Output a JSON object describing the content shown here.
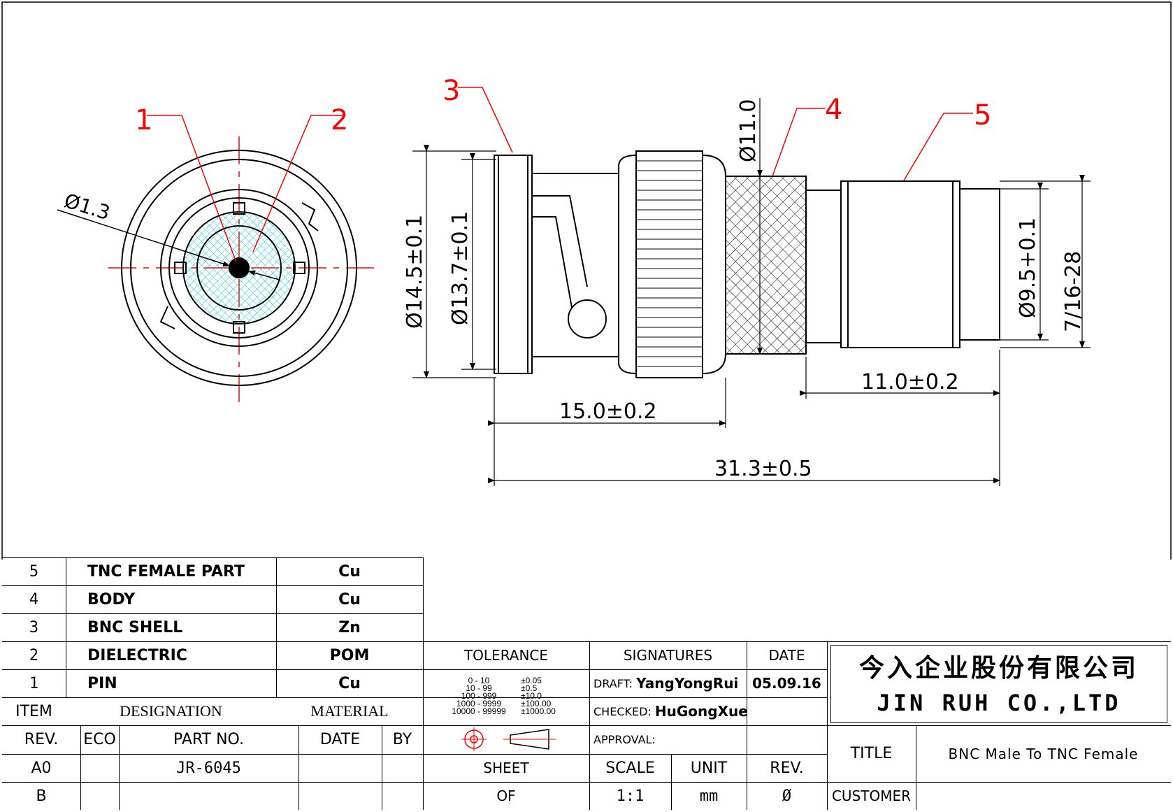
{
  "callouts": [
    "1",
    "2",
    "3",
    "4",
    "5"
  ],
  "dimensions": {
    "pin_diameter": "Ø1.3",
    "d1": "Ø14.5±0.1",
    "d2": "Ø13.7±0.1",
    "d3": "Ø11.0",
    "d4": "Ø9.5+0.1",
    "thread": "7/16-28",
    "len1": "15.0±0.2",
    "len2": "11.0±0.2",
    "len_total": "31.3±0.5"
  },
  "bom": {
    "rows": [
      {
        "item": "5",
        "designation": "TNC FEMALE PART",
        "material": "Cu"
      },
      {
        "item": "4",
        "designation": "BODY",
        "material": "Cu"
      },
      {
        "item": "3",
        "designation": "BNC SHELL",
        "material": "Zn"
      },
      {
        "item": "2",
        "designation": "DIELECTRIC",
        "material": "POM"
      },
      {
        "item": "1",
        "designation": "PIN",
        "material": "Cu"
      }
    ],
    "header": {
      "item": "ITEM",
      "designation": "DESIGNATION",
      "material": "MATERIAL"
    }
  },
  "revision": {
    "headers": {
      "rev": "REV.",
      "eco": "ECO",
      "part_no": "PART NO.",
      "date": "DATE",
      "by": "BY"
    },
    "rows": [
      {
        "rev": "A0",
        "part_no": "JR-6045"
      },
      {
        "rev": "B",
        "part_no": ""
      }
    ]
  },
  "tolerance": {
    "title": "TOLERANCE",
    "ranges": [
      "0  -  10",
      "10  -  99",
      "100  -  999",
      "1000  -  9999",
      "10000  -  99999"
    ],
    "values": [
      "±0.05",
      "±0.5",
      "±10.0",
      "±100.00",
      "±1000.00"
    ],
    "sheet_label": "SHEET",
    "of_label": "OF"
  },
  "signatures": {
    "title": "SIGNATURES",
    "date_header": "DATE",
    "draft_label": "DRAFT:",
    "draft_name": "YangYongRui",
    "draft_date": "05.09.16",
    "checked_label": "CHECKED:",
    "checked_name": "HuGongXue",
    "approval_label": "APPROVAL:",
    "scale_label": "SCALE",
    "scale_value": "1:1",
    "unit_label": "UNIT",
    "unit_value": "mm",
    "rev_label": "REV.",
    "rev_value": "Ø"
  },
  "company": {
    "name_cn": "今入企业股份有限公司",
    "name_en": "JIN RUH CO.,LTD",
    "title_label": "TITLE",
    "title_value": "BNC Male To TNC Female",
    "customer_label": "CUSTOMER",
    "customer_value": ""
  },
  "colors": {
    "leader": "#ff0000",
    "dielectric": "#00c8d8",
    "line": "#000000"
  }
}
